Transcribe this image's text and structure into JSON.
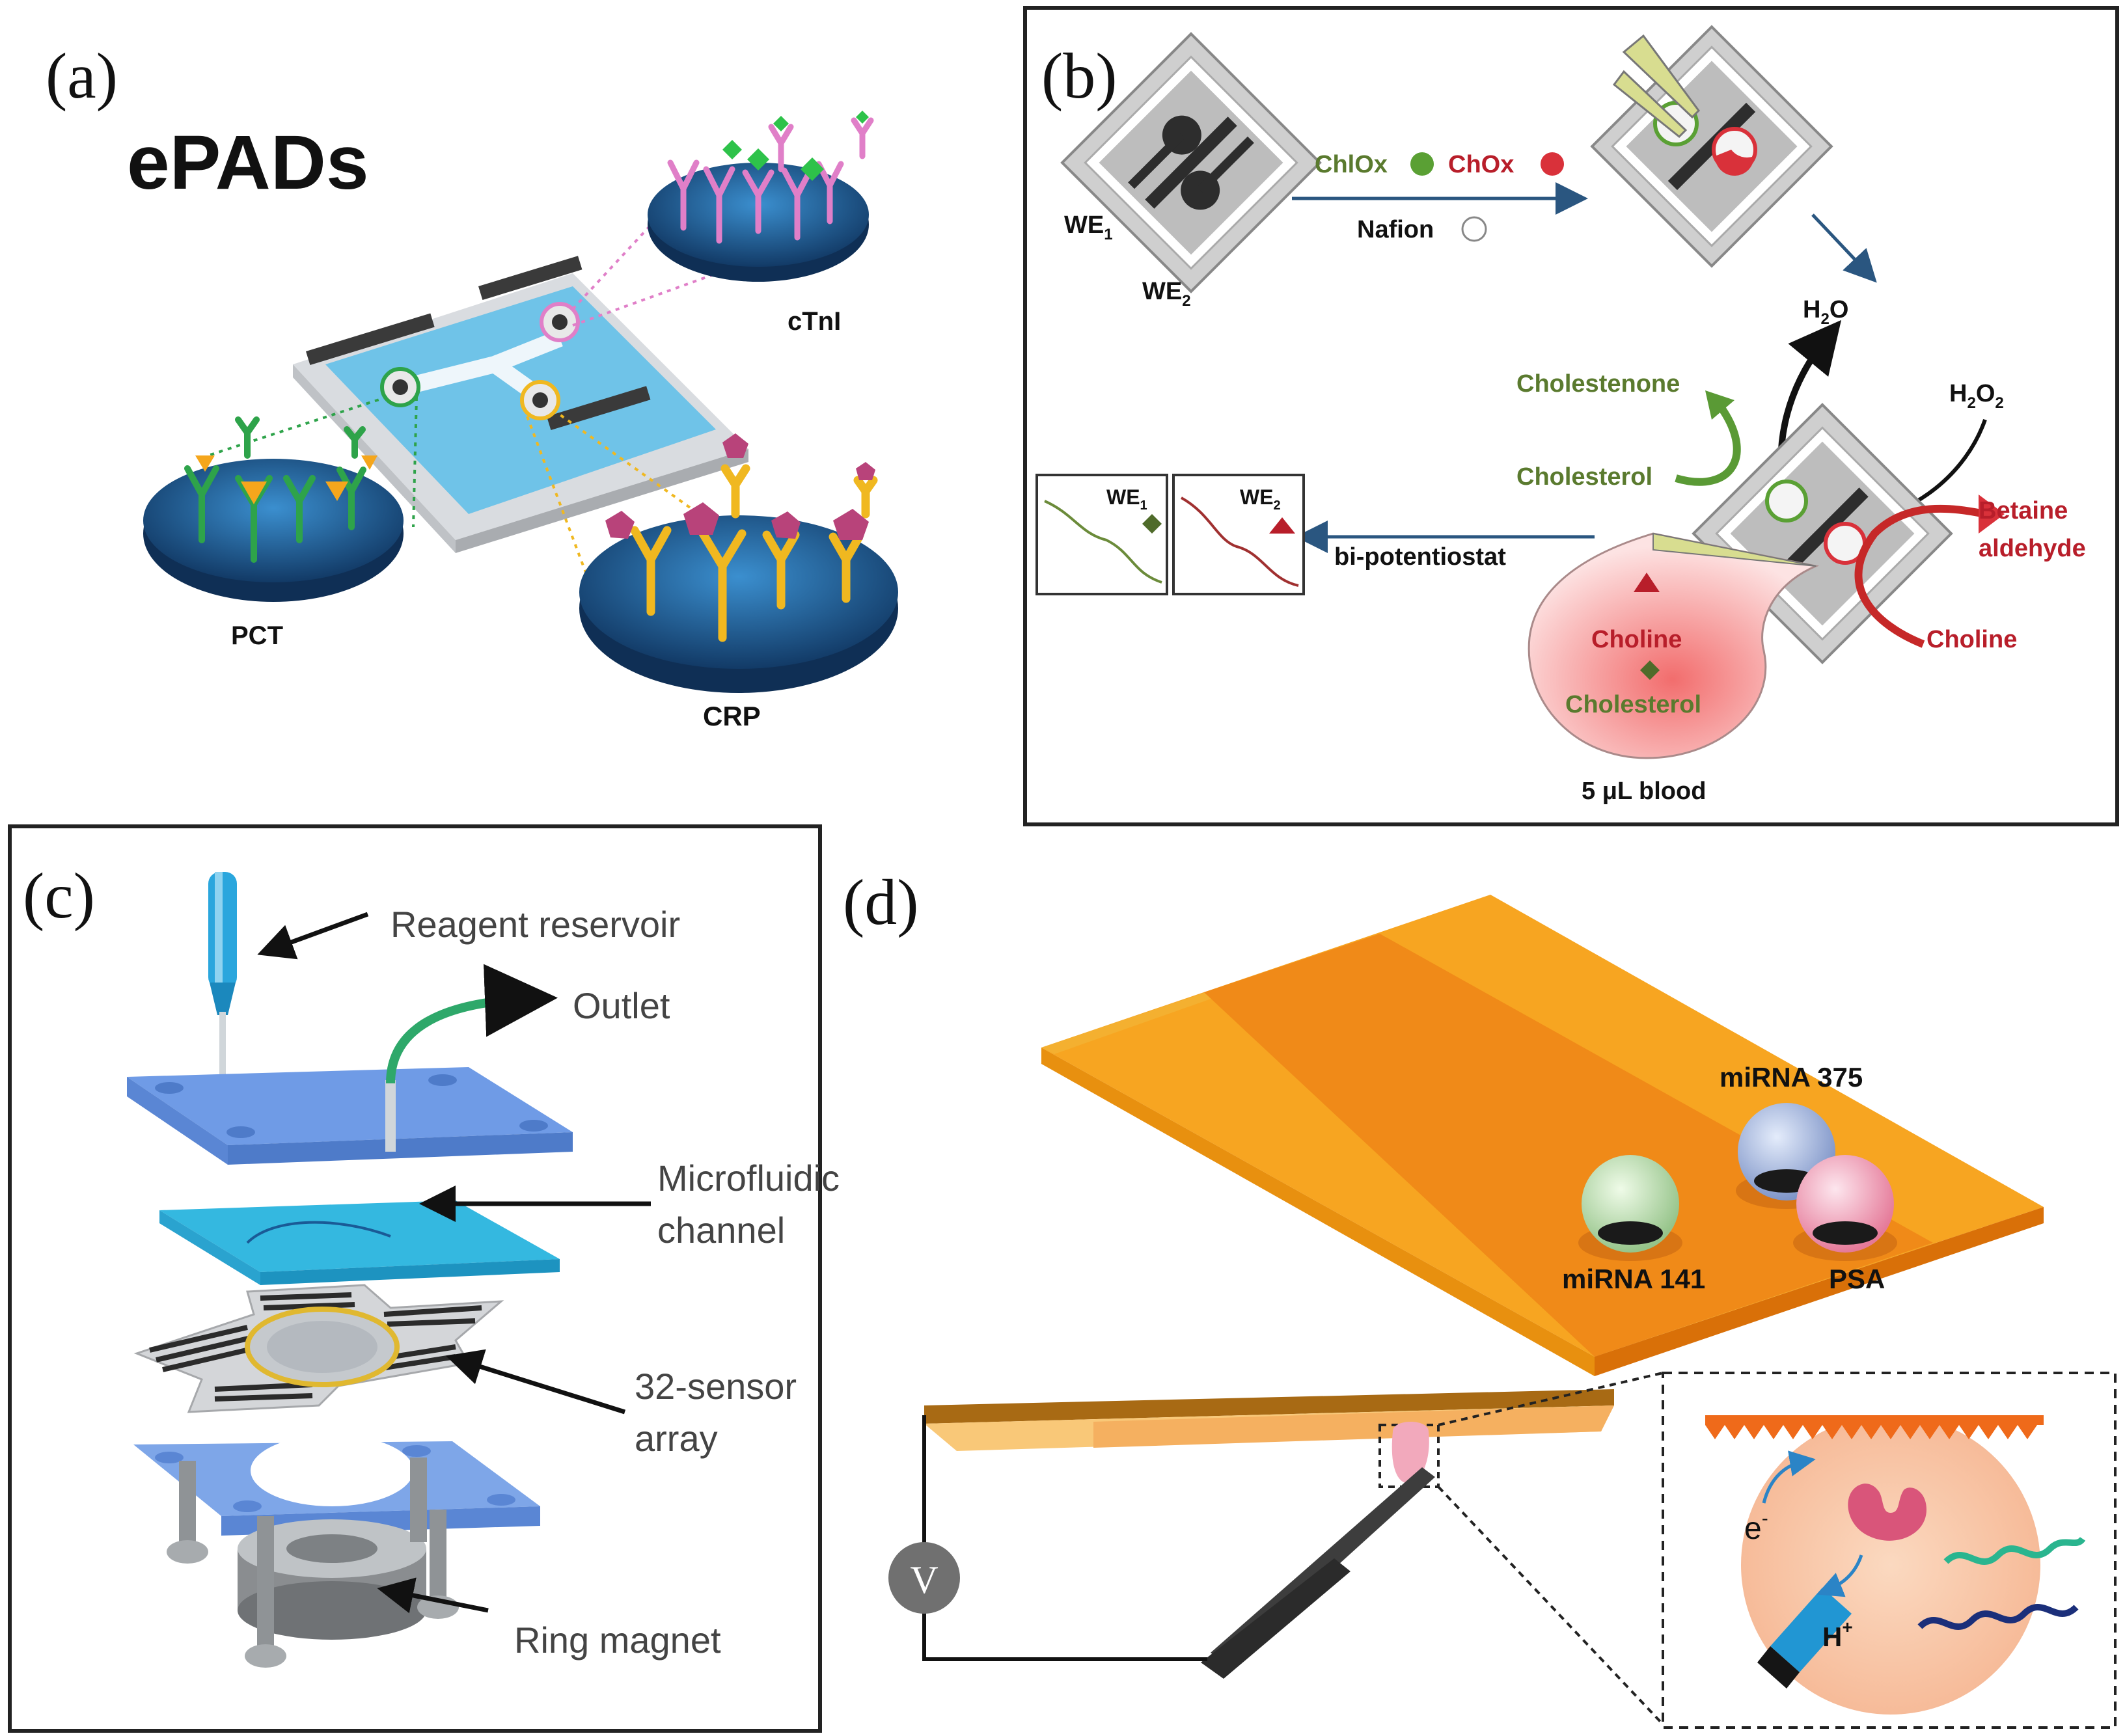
{
  "panel_a": {
    "label": "(a)",
    "title": "ePADs",
    "markers": [
      "cTnI",
      "PCT",
      "CRP"
    ],
    "colors": {
      "ctni": "#e07fc8",
      "pct": "#2ea34a",
      "crp": "#f0b820",
      "disk": "#2a6ea8",
      "paper": "#6fc3e8"
    }
  },
  "panel_b": {
    "label": "(b)",
    "we1": "WE",
    "we1_sub": "1",
    "we2": "WE",
    "we2_sub": "2",
    "chlox": "ChlOx",
    "chox": "ChOx",
    "nafion": "Nafion",
    "h2o": "H",
    "h2o_sub": "2",
    "h2o_end": "O",
    "h2o2": "H",
    "h2o2_sub": "2",
    "h2o2_mid": "O",
    "h2o2_sub2": "2",
    "cholestenone": "Cholestenone",
    "cholesterol": "Cholesterol",
    "betaine1": "Betaine",
    "betaine2": "aldehyde",
    "choline": "Choline",
    "bipotentiostat": "bi-potentiostat",
    "drop_choline": "Choline",
    "drop_cholesterol": "Cholesterol",
    "blood": "5 μL blood",
    "plot1": "WE",
    "plot1_sub": "1",
    "plot2": "WE",
    "plot2_sub": "2",
    "colors": {
      "green": "#5a7a2e",
      "red": "#b81e2a",
      "arrow": "#2a5680"
    }
  },
  "panel_c": {
    "label": "(c)",
    "reservoir": "Reagent reservoir",
    "outlet": "Outlet",
    "channel1": "Microfluidic",
    "channel2": "channel",
    "sensor1": "32-sensor",
    "sensor2": "array",
    "magnet": "Ring magnet"
  },
  "panel_d": {
    "label": "(d)",
    "mirna375": "miRNA 375",
    "mirna141": "miRNA 141",
    "psa": "PSA",
    "voltmeter": "V",
    "electron": "e",
    "electron_sup": "-",
    "proton": "H",
    "proton_sup": "+",
    "colors": {
      "chip": "#f5a020",
      "chip_top": "#f09018"
    }
  }
}
